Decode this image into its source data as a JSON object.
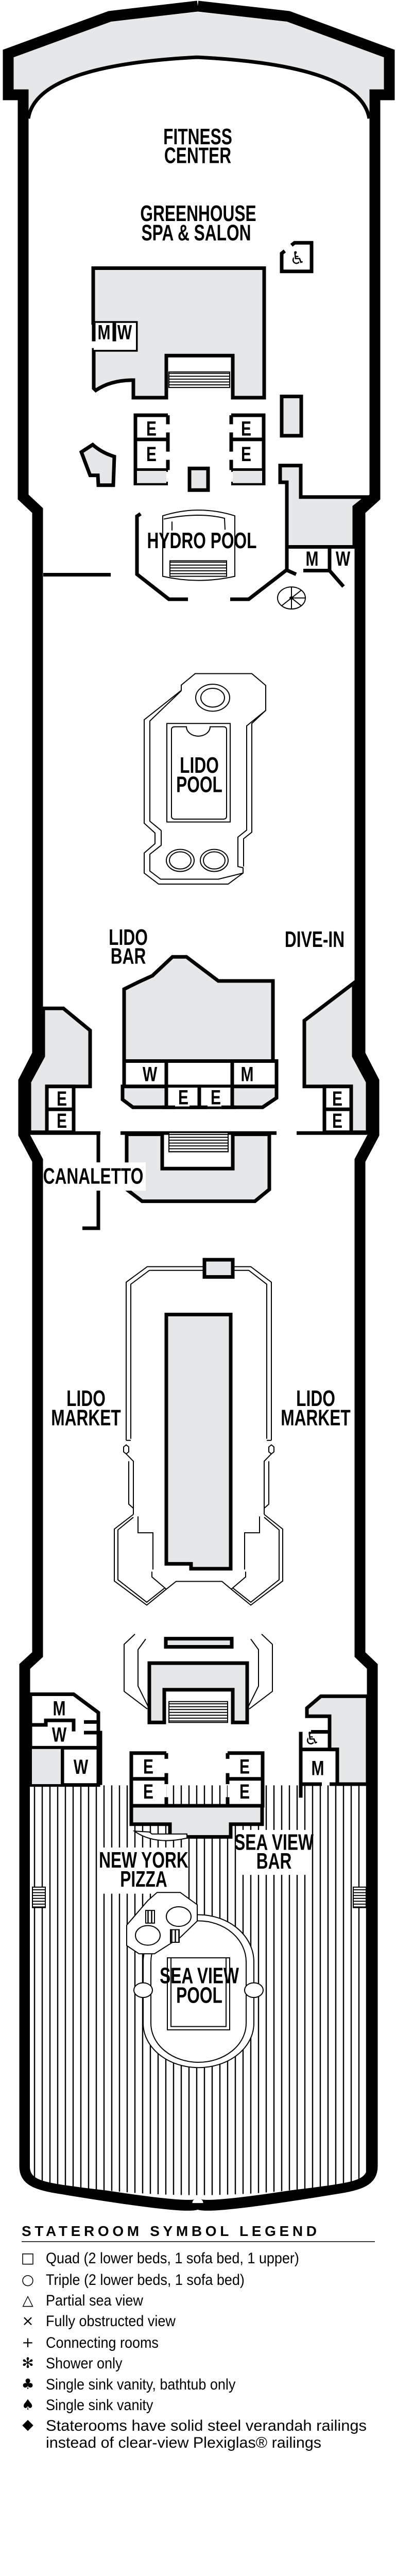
{
  "colors": {
    "structure_fill": "#e6e7e8",
    "line": "#000000",
    "background": "#ffffff"
  },
  "venues": {
    "fitness": [
      "FITNESS",
      "CENTER"
    ],
    "spa": [
      "GREENHOUSE",
      "SPA & SALON"
    ],
    "hydro_pool": "HYDRO POOL",
    "lido_pool": [
      "LIDO",
      "POOL"
    ],
    "lido_bar": [
      "LIDO",
      "BAR"
    ],
    "dive_in": "DIVE-IN",
    "canaletto": "CANALETTO",
    "lido_market_left": [
      "LIDO",
      "MARKET"
    ],
    "lido_market_right": [
      "LIDO",
      "MARKET"
    ],
    "new_york_pizza": [
      "NEW YORK",
      "PIZZA"
    ],
    "sea_view_bar": [
      "SEA VIEW",
      "BAR"
    ],
    "sea_view_pool": [
      "SEA VIEW",
      "POOL"
    ]
  },
  "markers": {
    "elevator": "E",
    "men": "M",
    "women": "W",
    "accessible": "♿"
  },
  "icons": [
    "wheelchair-icon",
    "spiral-staircase-icon",
    "stairs-icon",
    "elevator-icon",
    "restroom-icon"
  ],
  "legend": {
    "title": "STATEROOM SYMBOL LEGEND",
    "items": [
      {
        "symbol": "□",
        "icon": "square-icon",
        "text": "Quad (2 lower beds, 1 sofa bed, 1 upper)"
      },
      {
        "symbol": "○",
        "icon": "circle-icon",
        "text": "Triple (2 lower beds, 1 sofa bed)"
      },
      {
        "symbol": "△",
        "icon": "triangle-icon",
        "text": "Partial sea view"
      },
      {
        "symbol": "×",
        "icon": "x-icon",
        "text": "Fully obstructed view"
      },
      {
        "symbol": "+",
        "icon": "plus-icon",
        "text": "Connecting rooms"
      },
      {
        "symbol": "✻",
        "icon": "asterisk-icon",
        "text": "Shower only"
      },
      {
        "symbol": "♣",
        "icon": "club-icon",
        "text": "Single sink vanity, bathtub only"
      },
      {
        "symbol": "♠",
        "icon": "spade-icon",
        "text": "Single sink vanity"
      },
      {
        "symbol": "◆",
        "icon": "diamond-icon",
        "text": "Staterooms have solid steel verandah railings",
        "text2": "instead of clear-view Plexiglas® railings"
      }
    ]
  }
}
